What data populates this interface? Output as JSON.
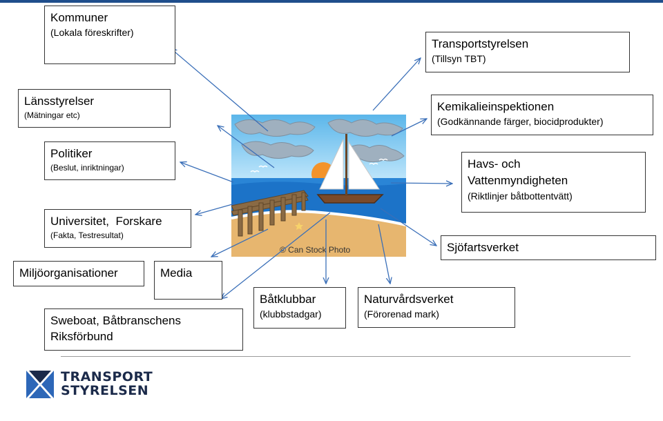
{
  "colors": {
    "accent": "#1f4e8c",
    "arrow": "#3a6fb8",
    "logo": "#1b2a4a"
  },
  "scene": {
    "watermark": "© Can Stock Photo"
  },
  "boxes": {
    "kommuner": {
      "title": "Kommuner",
      "sub": "(Lokala föreskrifter)"
    },
    "lansstyrelser": {
      "title": "Länsstyrelser",
      "sub": "(Mätningar etc)"
    },
    "politiker": {
      "title": "Politiker",
      "sub": "(Beslut, inriktningar)"
    },
    "universitet": {
      "title": "Universitet,  Forskare",
      "sub": "(Fakta, Testresultat)"
    },
    "miljo": {
      "title": "Miljöorganisationer"
    },
    "media": {
      "title": "Media"
    },
    "sweboat": {
      "line1": "Sweboat, Båtbranschens",
      "line2": "Riksförbund"
    },
    "batklubbar": {
      "title": "Båtklubbar",
      "sub": "(klubbstadgar)"
    },
    "naturvard": {
      "title": "Naturvårdsverket",
      "sub": "(Förorenad mark)"
    },
    "transportstyrelsen": {
      "title": "Transportstyrelsen",
      "sub": "(Tillsyn TBT)"
    },
    "kemi": {
      "title": "Kemikalieinspektionen",
      "sub": "(Godkännande färger, biocidprodukter)"
    },
    "havs": {
      "line1": "Havs- och",
      "line2": "Vattenmyndigheten",
      "sub": "(Riktlinjer båtbottentvätt)"
    },
    "sjofart": {
      "title": "Sjöfartsverket"
    }
  },
  "logo": {
    "line1": "TRANSPORT",
    "line2": "STYRELSEN"
  }
}
